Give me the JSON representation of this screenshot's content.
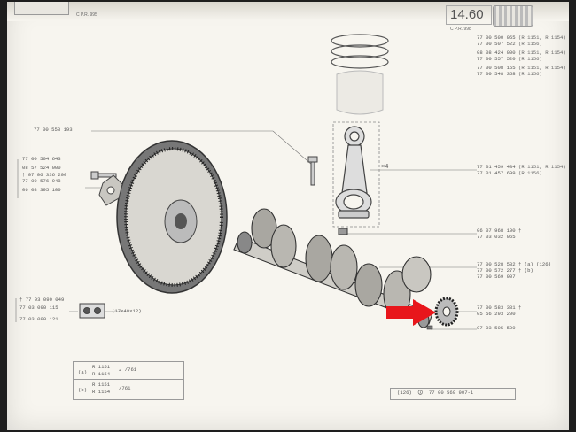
{
  "header": {
    "left_small": "C      P.R. 995",
    "page_number": "14.60",
    "right_small": "C      P.R. 998"
  },
  "labels": {
    "piston_rings": [
      {
        "ref": "77 00 500 055",
        "note": "(R 1151, R 1154)"
      },
      {
        "ref": "77 00 507 522",
        "note": "(R 1156)"
      },
      {
        "ref": "08 08 424 000",
        "note": "(R 1151, R 1154)"
      },
      {
        "ref": "77 00 557 520",
        "note": "(R 1156)"
      },
      {
        "ref": "77 00 508 155",
        "note": "(R 1151, R 1154)"
      },
      {
        "ref": "77 00 548 358",
        "note": "(R 1156)"
      }
    ],
    "bolt_top": "77 00 558 193",
    "flywheel_group": [
      "77 00 504 643",
      "08 57 524 000",
      "† 07 06 336 200",
      "77 00 576 948",
      "06 08 395 100"
    ],
    "conrod": [
      "77 01 459 434",
      "77 01 457 699"
    ],
    "conrod_notes": [
      "(R 1151, R 1154)",
      "(R 1156)"
    ],
    "conrod_qty": "×4",
    "nut": [
      "06 07 968 100",
      "77 03 032 065"
    ],
    "crank_group": [
      "77 00 528 582",
      "77 00 572 277",
      "77 00 569 907"
    ],
    "crank_notes": [
      "† (a) (126)",
      "† (b)",
      ""
    ],
    "gear": [
      "77 00 583 331",
      "05 56 293 200"
    ],
    "gear_mark": "†",
    "key": "07 03 505 500",
    "pilot_group": [
      "† 77 03 090 049",
      "77 03 090 115",
      "77 03 090 121"
    ],
    "pilot_dims": "(17×40×12)"
  },
  "legend": {
    "a_letter": "(a)",
    "a_models": [
      "R 1151",
      "R 1154"
    ],
    "a_code": "↙ /761",
    "b_letter": "(b)",
    "b_models": [
      "R 1151",
      "R 1154"
    ],
    "b_code": "/761"
  },
  "footer_ref": "(126)  🛈  77 00 569 907-1",
  "pointer": {
    "color": "#e8161b"
  }
}
